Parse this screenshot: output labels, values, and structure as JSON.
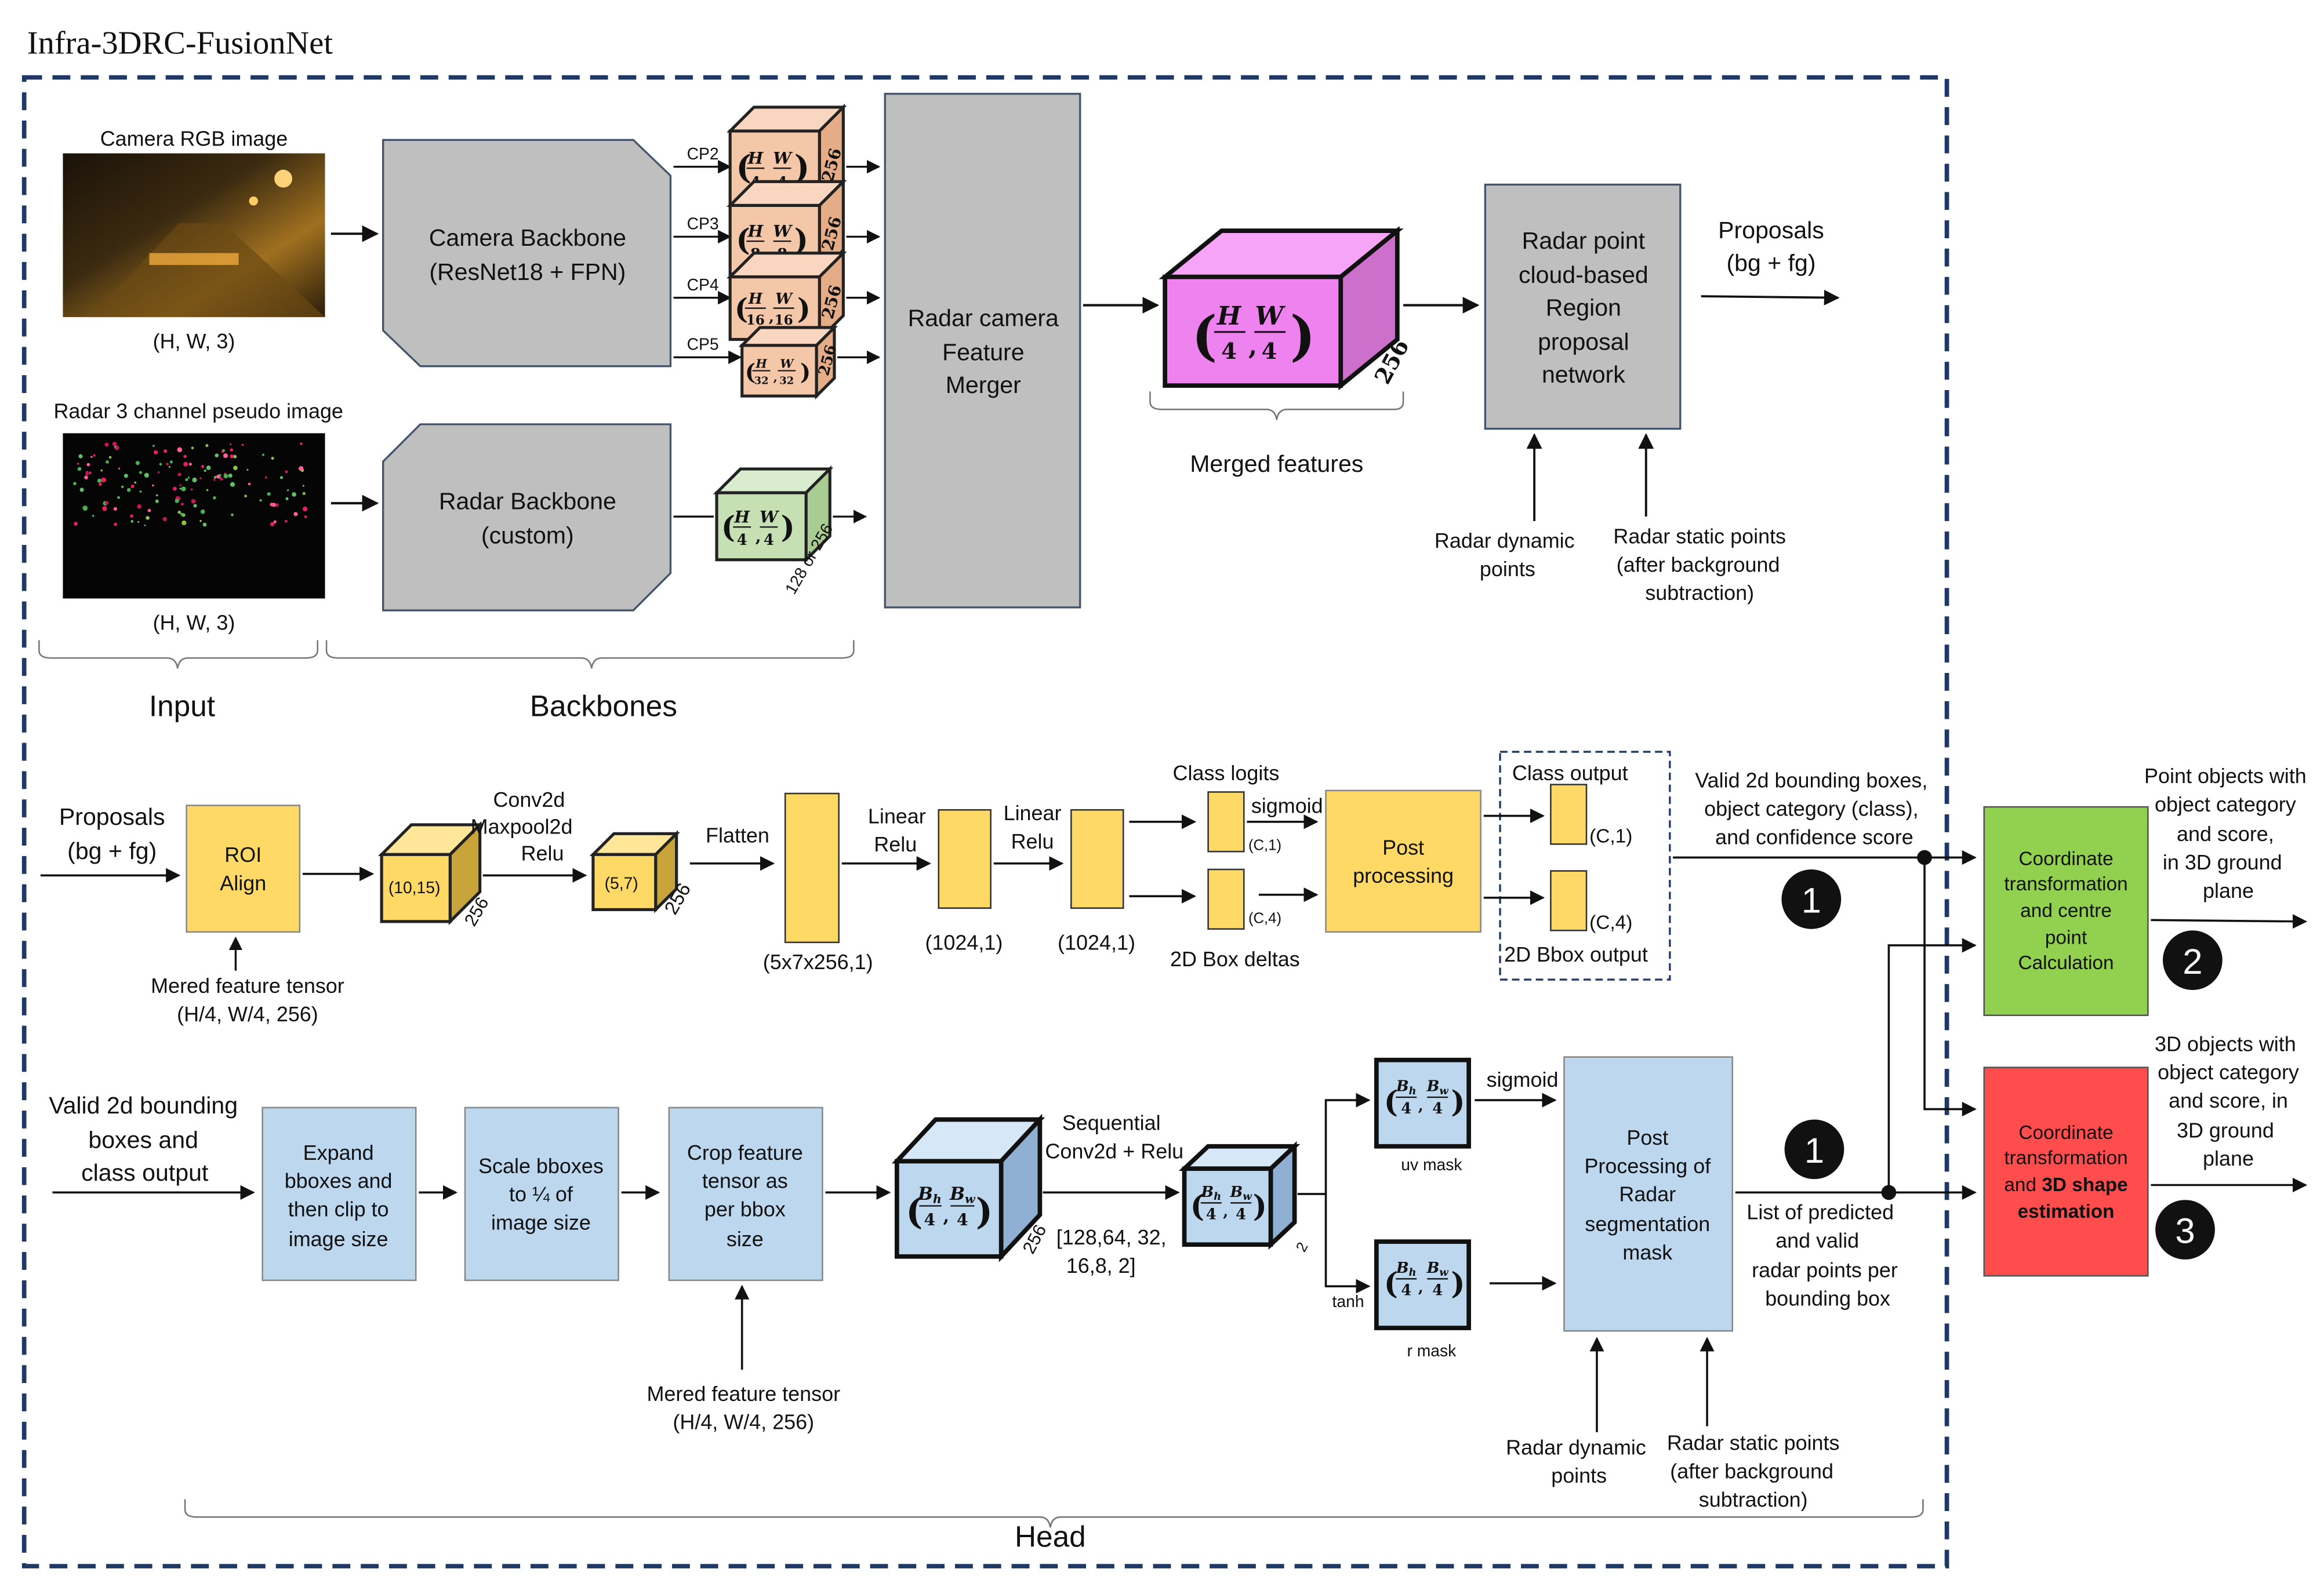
{
  "title": "Infra-3DRC-FusionNet",
  "colors": {
    "dash_border": "#1f3864",
    "gray_box": "#bfbfbf",
    "orange_cube": "#f4c7a9",
    "green_cube": "#c6e0b4",
    "magenta_cube": "#ee82ee",
    "yellow": "#ffd966",
    "blue": "#bdd7ee",
    "green_box": "#92d050",
    "red_box": "#ff4d4d"
  },
  "inputs": {
    "camera_label": "Camera RGB image",
    "camera_dims": "(H, W, 3)",
    "radar_label": "Radar 3 channel pseudo image",
    "radar_dims": "(H, W, 3)"
  },
  "backbones": {
    "camera_l1": "Camera Backbone",
    "camera_l2": "(ResNet18 + FPN)",
    "radar_l1": "Radar Backbone",
    "radar_l2": "(custom)",
    "cp2": "CP2",
    "cp3": "CP3",
    "cp4": "CP4",
    "cp5": "CP5",
    "depth_256": "256",
    "radar_depth": "128 or 256"
  },
  "math": {
    "H": "H",
    "W": "W",
    "Bh": "B",
    "Bw": "B",
    "sub_h": "h",
    "sub_w": "w",
    "d4": "4",
    "d8": "8",
    "d16": "16",
    "d32": "32"
  },
  "merger": {
    "l1": "Radar camera",
    "l2": "Feature",
    "l3": "Merger",
    "merged_label": "Merged features",
    "depth": "256"
  },
  "rpn": {
    "l1": "Radar point",
    "l2": "cloud-based",
    "l3": "Region",
    "l4": "proposal",
    "l5": "network",
    "dyn_l1": "Radar dynamic",
    "dyn_l2": "points",
    "stat_l1": "Radar static points",
    "stat_l2": "(after background",
    "stat_l3": "subtraction)",
    "proposals_l1": "Proposals",
    "proposals_l2": "(bg + fg)"
  },
  "sections": {
    "input": "Input",
    "backbones": "Backbones",
    "head": "Head"
  },
  "row1": {
    "proposals_l1": "Proposals",
    "proposals_l2": "(bg + fg)",
    "roi_l1": "ROI",
    "roi_l2": "Align",
    "mered_l1": "Mered feature tensor",
    "mered_l2": "(H/4, W/4, 256)",
    "cube1_dims": "(10,15)",
    "cube1_depth": "256",
    "conv_l1": "Conv2d",
    "conv_l2": "Maxpool2d",
    "conv_l3": "Relu",
    "cube2_dims": "(5,7)",
    "cube2_depth": "256",
    "flatten": "Flatten",
    "flat_dims": "(5x7x256,1)",
    "lin1_l1": "Linear",
    "lin1_l2": "Relu",
    "lin1_dims": "(1024,1)",
    "lin2_l1": "Linear",
    "lin2_l2": "Relu",
    "lin2_dims": "(1024,1)",
    "class_logits": "Class logits",
    "c1": "(C,1)",
    "c4": "(C,4)",
    "box_deltas": "2D Box deltas",
    "sigmoid": "sigmoid",
    "post_l1": "Post",
    "post_l2": "processing",
    "class_output": "Class output",
    "out_c1": "(C,1)",
    "out_c4": "(C,4)",
    "bbox_output": "2D Bbox output",
    "valid_l1": "Valid 2d bounding boxes,",
    "valid_l2": "object category (class),",
    "valid_l3": "and confidence score"
  },
  "row2": {
    "valid_l1": "Valid 2d bounding",
    "valid_l2": "boxes and",
    "valid_l3": "class output",
    "expand_l1": "Expand",
    "expand_l2": "bboxes and",
    "expand_l3": "then clip to",
    "expand_l4": "image size",
    "scale_l1": "Scale bboxes",
    "scale_l2": "to ¼ of",
    "scale_l3": "image size",
    "crop_l1": "Crop feature",
    "crop_l2": "tensor as",
    "crop_l3": "per bbox",
    "crop_l4": "size",
    "mered_l1": "Mered feature tensor",
    "mered_l2": "(H/4, W/4, 256)",
    "cube_depth": "256",
    "seq_l1": "Sequential",
    "seq_l2": "Conv2d + Relu",
    "chan_l1": "[128,64, 32,",
    "chan_l2": "16,8, 2]",
    "small_depth": "2",
    "sigmoid": "sigmoid",
    "tanh": "tanh",
    "uv_mask": "uv mask",
    "r_mask": "r mask",
    "post_l1": "Post",
    "post_l2": "Processing of",
    "post_l3": "Radar",
    "post_l4": "segmentation",
    "post_l5": "mask",
    "dyn_l1": "Radar dynamic",
    "dyn_l2": "points",
    "stat_l1": "Radar static points",
    "stat_l2": "(after background",
    "stat_l3": "subtraction)",
    "list_l1": "List of predicted",
    "list_l2": "and valid",
    "list_l3": "radar points per",
    "list_l4": "bounding box"
  },
  "outputs": {
    "green_l1": "Coordinate",
    "green_l2": "transformation",
    "green_l3": "and centre",
    "green_l4": "point",
    "green_l5": "Calculation",
    "red_l1": "Coordinate",
    "red_l2": "transformation",
    "red_l3a": "and ",
    "red_l3b": "3D shape",
    "red_l4": "estimation",
    "point_l1": "Point objects with",
    "point_l2": "object category",
    "point_l3": "and score,",
    "point_l4": "in 3D ground",
    "point_l5": "plane",
    "obj3d_l1": "3D objects with",
    "obj3d_l2": "object category",
    "obj3d_l3": "and score, in",
    "obj3d_l4": "3D ground",
    "obj3d_l5": "plane",
    "badge1": "1",
    "badge2": "2",
    "badge3": "3"
  }
}
